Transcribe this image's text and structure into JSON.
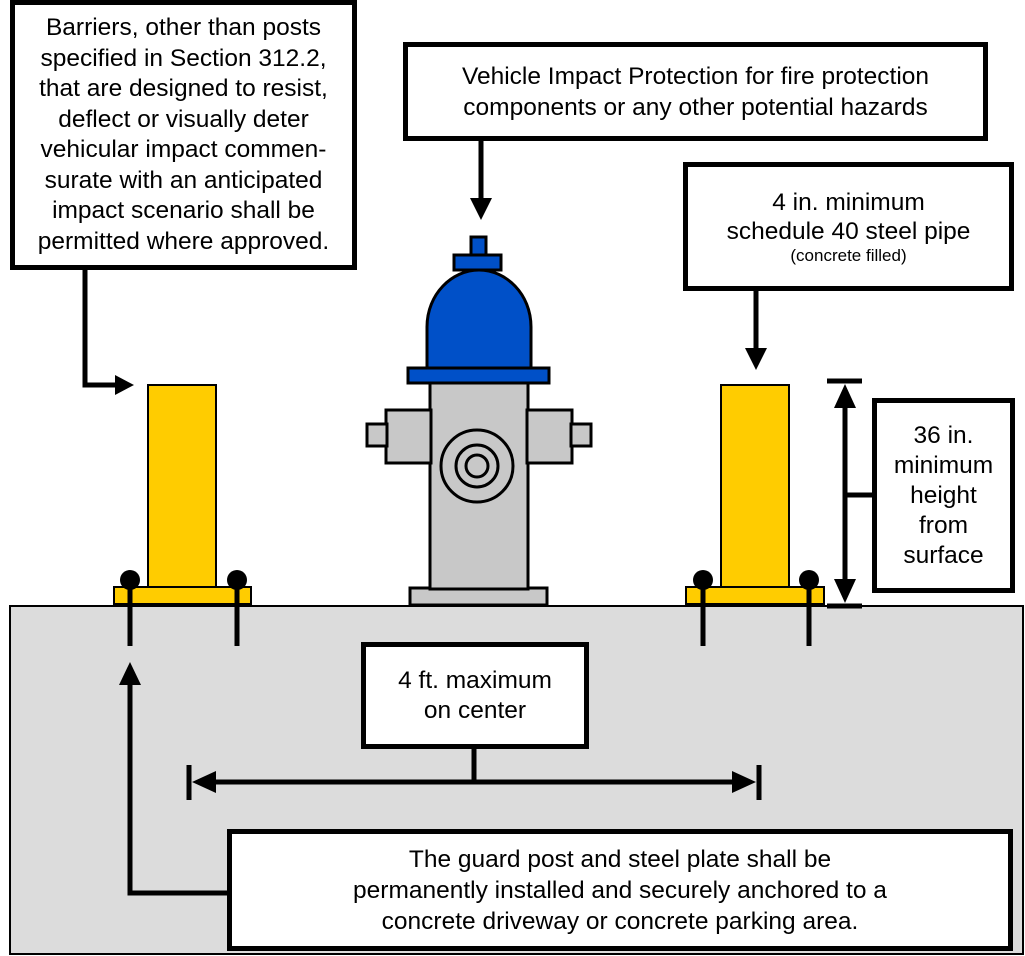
{
  "callouts": {
    "barriers": {
      "lines": [
        "Barriers, other than posts",
        "specified in Section 312.2,",
        "that are designed to resist,",
        "deflect or visually deter",
        "vehicular impact commen-",
        "surate with an anticipated",
        "impact scenario shall be",
        "permitted where approved."
      ]
    },
    "vehicle_impact": {
      "lines": [
        "Vehicle Impact Protection for fire protection",
        "components or any other potential hazards"
      ]
    },
    "pipe": {
      "lines": [
        "4 in. minimum",
        "schedule 40 steel pipe"
      ],
      "note": "(concrete filled)"
    },
    "height": {
      "lines": [
        "36 in.",
        "minimum",
        "height",
        "from",
        "surface"
      ]
    },
    "spacing": {
      "lines": [
        "4 ft. maximum",
        "on center"
      ]
    },
    "anchoring": {
      "lines": [
        "The guard post and steel plate shall be",
        "permanently installed and securely anchored to a",
        "concrete driveway or concrete parking area."
      ]
    }
  },
  "colors": {
    "post_yellow": "#ffcc00",
    "hydrant_cap_blue": "#0050c8",
    "hydrant_body_gray": "#c8c8c8",
    "ground_gray": "#dcdcdc",
    "outline": "#000000"
  }
}
